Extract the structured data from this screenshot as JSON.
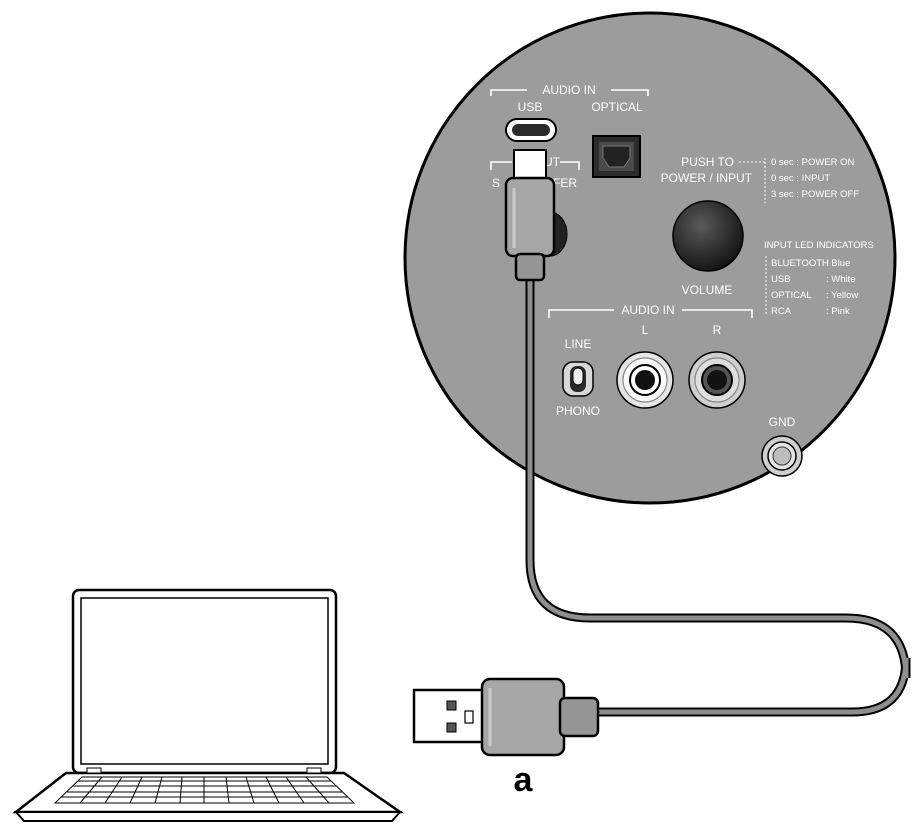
{
  "panel": {
    "audio_in_top": "AUDIO IN",
    "usb": "USB",
    "optical": "OPTICAL",
    "subwoofer_out_partial": "UT",
    "subwoofer_left_partial": "S",
    "subwoofer_right_partial": "FER",
    "push_to": "PUSH TO",
    "power_input": "POWER / INPUT",
    "timing": [
      "0 sec : POWER ON",
      "0 sec : INPUT",
      "3 sec : POWER OFF"
    ],
    "led_title": "INPUT LED INDICATORS",
    "led_rows": [
      {
        "name": "BLUETOOTH",
        "color": ": Blue"
      },
      {
        "name": "USB",
        "color": ": White"
      },
      {
        "name": "OPTICAL",
        "color": ": Yellow"
      },
      {
        "name": "RCA",
        "color": ": Pink"
      }
    ],
    "volume": "VOLUME",
    "audio_in_bottom": "AUDIO IN",
    "left": "L",
    "right": "R",
    "line": "LINE",
    "phono": "PHONO",
    "gnd": "GND"
  },
  "callout": "a",
  "colors": {
    "panel": "#9c9c9c",
    "cable": "#8e8e8e",
    "connector": "#a6a6a6",
    "outline": "#000000"
  }
}
